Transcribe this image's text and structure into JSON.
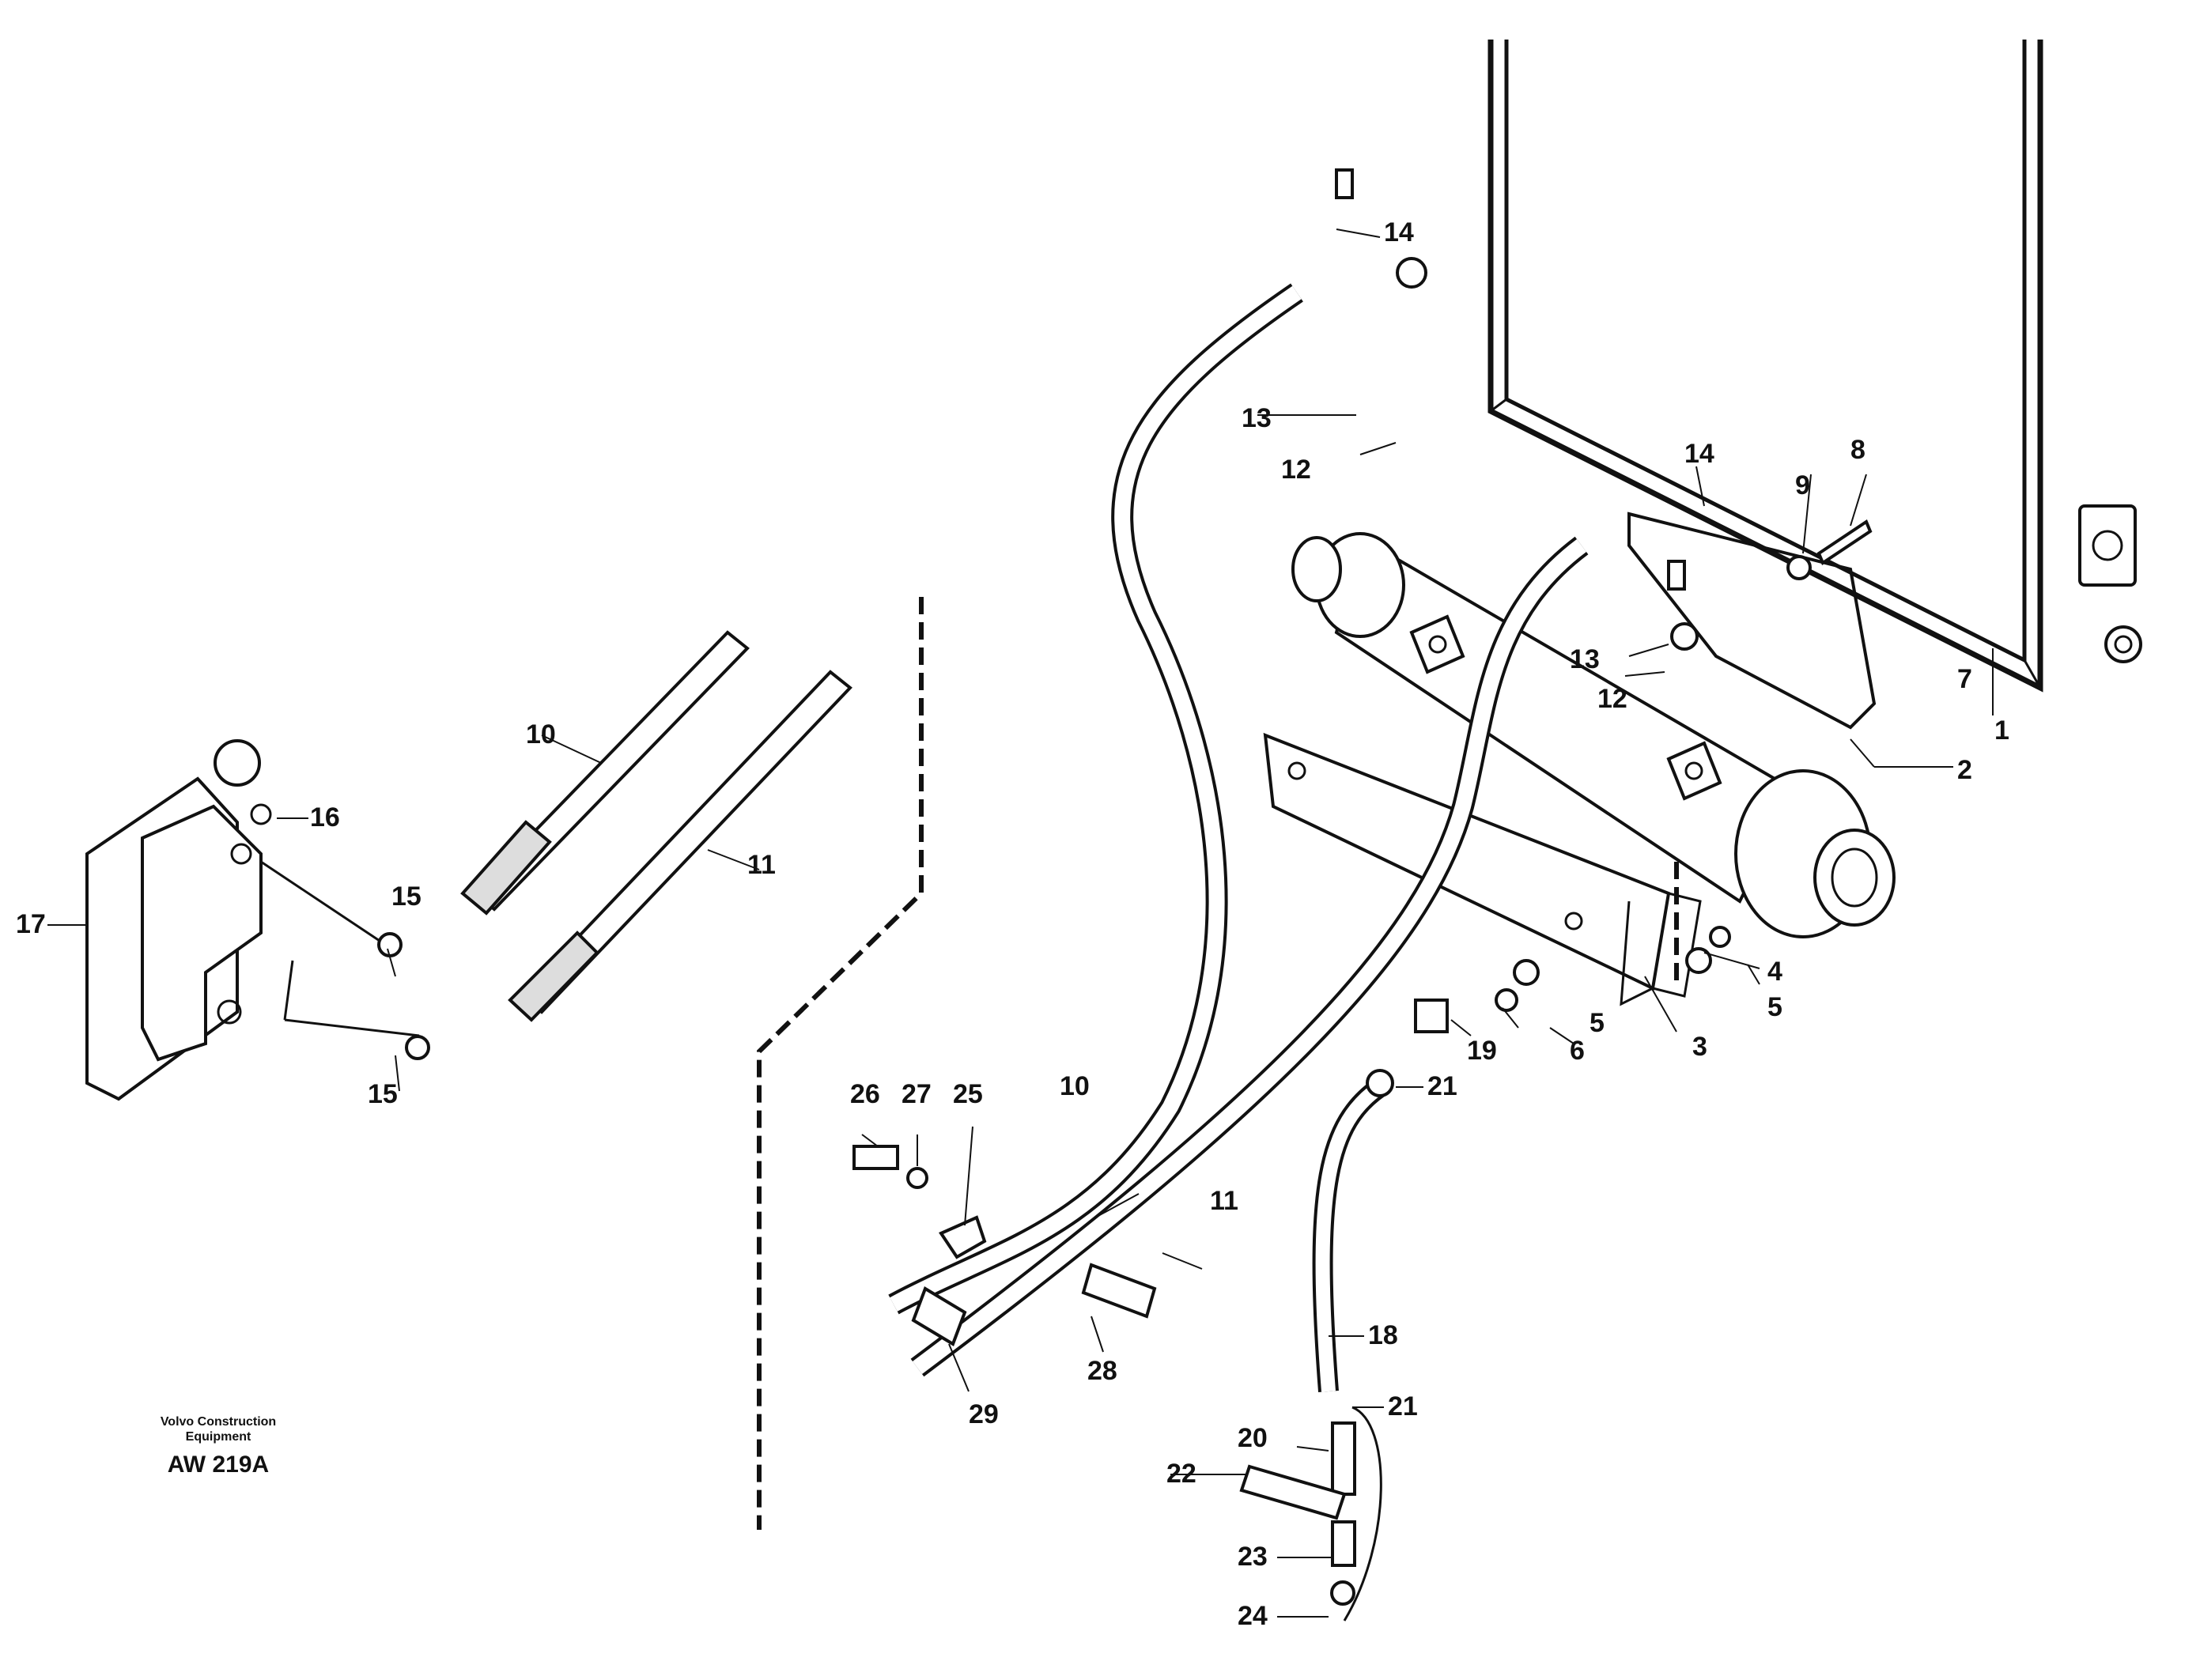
{
  "diagram": {
    "maker": "Volvo Construction",
    "maker_line2": "Equipment",
    "drawing_code": "AW 219A",
    "callouts": {
      "c1": "1",
      "c2": "2",
      "c3": "3",
      "c4": "4",
      "c5a": "5",
      "c5b": "5",
      "c6": "6",
      "c7": "7",
      "c8": "8",
      "c9": "9",
      "c10a": "10",
      "c10b": "10",
      "c11a": "11",
      "c11b": "11",
      "c12a": "12",
      "c12b": "12",
      "c13a": "13",
      "c13b": "13",
      "c14a": "14",
      "c14b": "14",
      "c15a": "15",
      "c15b": "15",
      "c16": "16",
      "c17": "17",
      "c18": "18",
      "c19": "19",
      "c20": "20",
      "c21a": "21",
      "c21b": "21",
      "c22": "22",
      "c23": "23",
      "c24": "24",
      "c25": "25",
      "c26": "26",
      "c27": "27",
      "c28": "28",
      "c29": "29"
    }
  }
}
